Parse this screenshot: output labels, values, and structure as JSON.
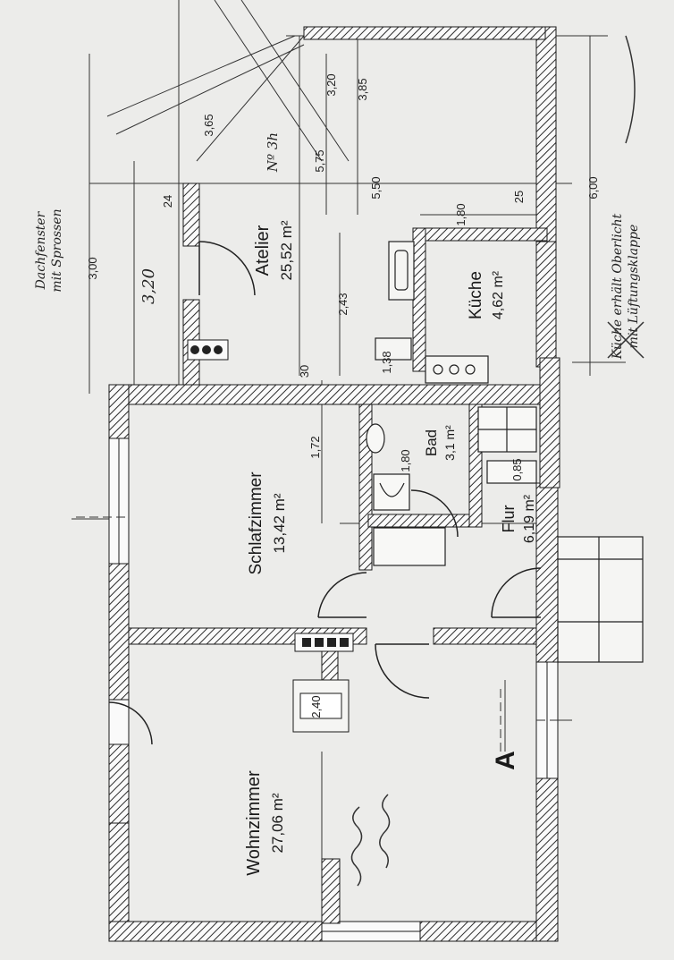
{
  "rooms": [
    {
      "id": "atelier",
      "name": "Atelier",
      "area": "25,52 m²",
      "extra": "Nº 3h"
    },
    {
      "id": "kueche",
      "name": "Küche",
      "area": "4,62 m²"
    },
    {
      "id": "bad",
      "name": "Bad",
      "area": "3,1 m²"
    },
    {
      "id": "flur",
      "name": "Flur",
      "area": "6,19 m²"
    },
    {
      "id": "schlafzimmer",
      "name": "Schlafzimmer",
      "area": "13,42 m²"
    },
    {
      "id": "wohnzimmer",
      "name": "Wohnzimmer",
      "area": "27,06 m²"
    }
  ],
  "dimensions": {
    "d385": "3,85",
    "d320a": "3,20",
    "d575": "5,75",
    "d550": "5,50",
    "d600": "6,00",
    "d243": "2,43",
    "d320b": "3,20",
    "d300": "3,00",
    "d172": "1,72",
    "d180a": "1,80",
    "d180b": "1,80",
    "d25": "25",
    "d30": "30",
    "d138": "1,38",
    "d085": "0,85",
    "d365": "3,65",
    "d24": "24",
    "d240": "2,40"
  },
  "annotations": {
    "section_mark": "A",
    "section_mark_2": "A",
    "kitchen_note_1": "Küche erhält Oberlicht",
    "kitchen_note_2": "mit Lüftungsklappe",
    "dachfenster_1": "Dachfenster",
    "dachfenster_2": "mit Sprossen"
  },
  "colors": {
    "paper": "#e9e9e7",
    "ink": "#1a1a1a",
    "wall_hatch": "#2b2b2b"
  }
}
